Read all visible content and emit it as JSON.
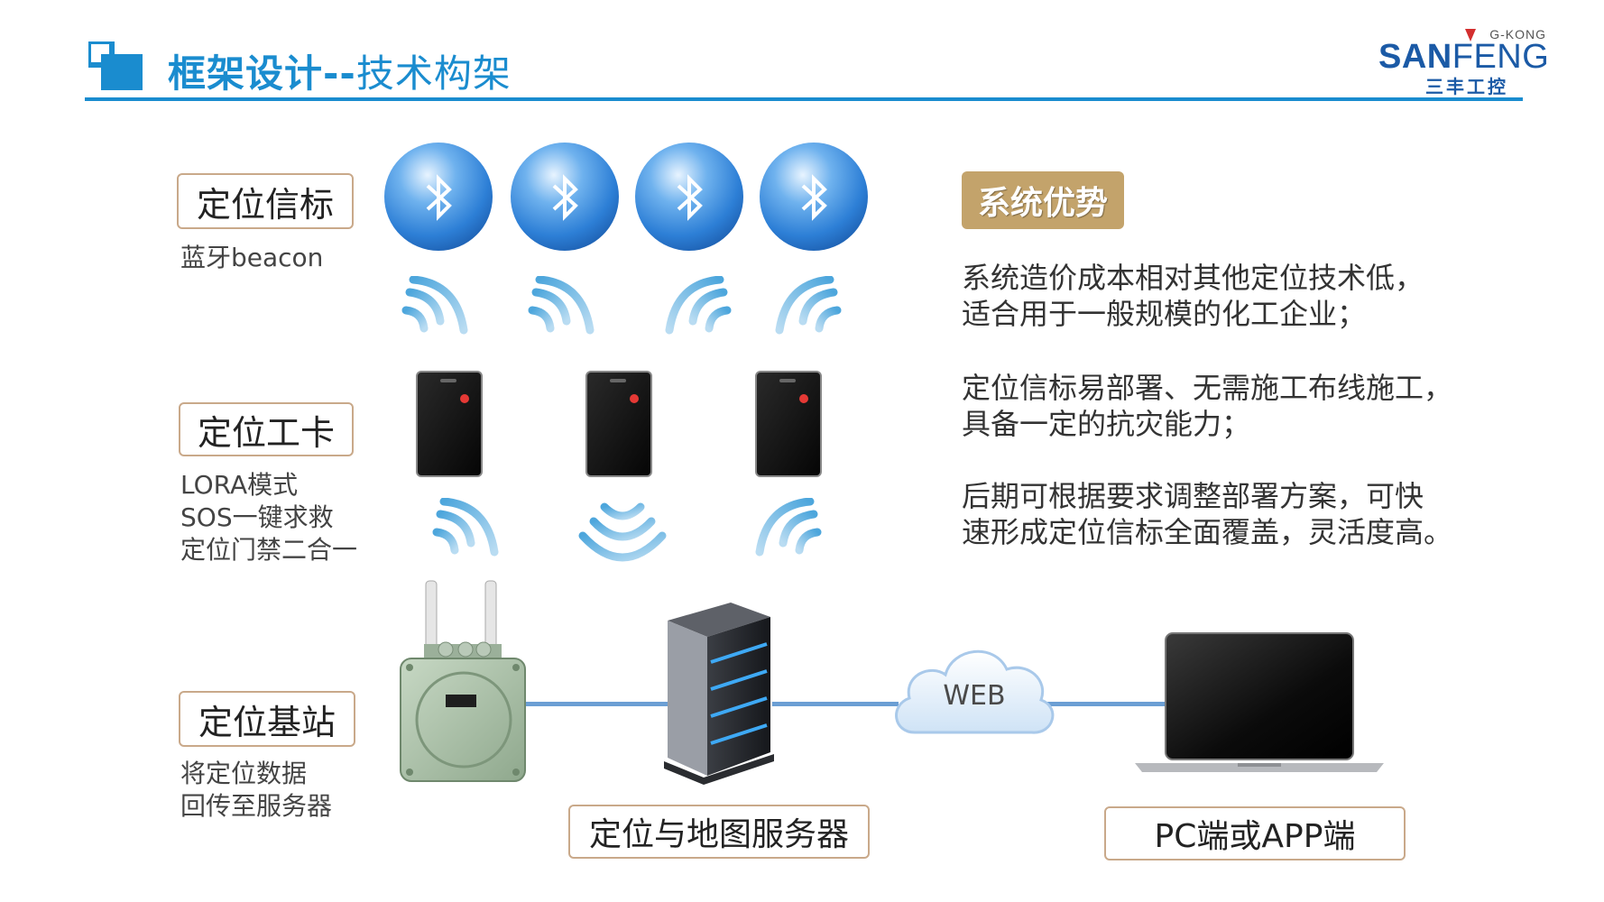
{
  "header": {
    "title_bold": "框架设计--",
    "title_sub": "技术构架",
    "logo": {
      "gkong": "G-KONG",
      "san": "SAN",
      "feng": "FENG",
      "cn": "三丰工控"
    }
  },
  "layers": {
    "beacon": {
      "label": "定位信标",
      "desc": [
        "蓝牙beacon"
      ]
    },
    "card": {
      "label": "定位工卡",
      "desc": [
        "LORA模式",
        "SOS一键求救",
        "定位门禁二合一"
      ]
    },
    "station": {
      "label": "定位基站",
      "desc": [
        "将定位数据",
        "回传至服务器"
      ]
    }
  },
  "nodes": {
    "server_label": "定位与地图服务器",
    "cloud_label": "WEB",
    "client_label": "PC端或APP端"
  },
  "advantages": {
    "badge": "系统优势",
    "items": [
      [
        "系统造价成本相对其他定位技术低，",
        "适合用于一般规模的化工企业；"
      ],
      [
        "定位信标易部署、无需施工布线施工，",
        "具备一定的抗灾能力；"
      ],
      [
        "后期可根据要求调整部署方案，可快",
        "速形成定位信标全面覆盖，灵活度高。"
      ]
    ]
  },
  "colors": {
    "accent": "#1a8ccf",
    "badge": "#c3a36b",
    "box_border": "#c9a98a",
    "link": "#6b9fd4"
  }
}
